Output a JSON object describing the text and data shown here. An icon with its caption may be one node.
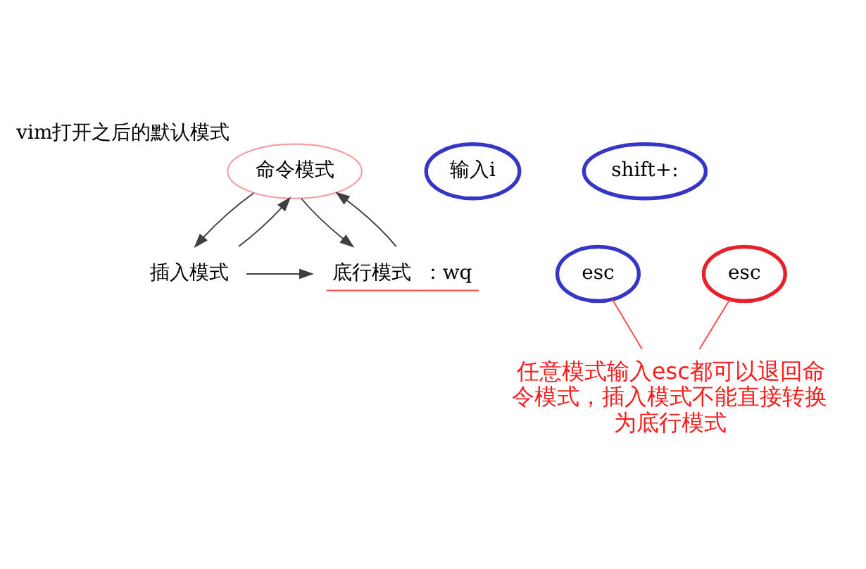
{
  "diagram": {
    "nodes": [
      {
        "text": [
          "命令模式"
        ],
        "beside": [
          "vim打开之后的默认模式"
        ]
      },
      {
        "text": [
          "输入i"
        ]
      },
      {
        "text": [
          "shift+:"
        ]
      },
      {
        "text": [
          "esc"
        ]
      },
      {
        "text": [
          "esc"
        ]
      },
      {
        "text": [
          "插入模式"
        ]
      },
      {
        "text": [
          "底行模式",
          "：wq"
        ]
      },
      {
        "text": [
          "任意模式输入esc都可以退回命令模式，插入模式不能直接转换为底行模式"
        ]
      }
    ],
    "edges": [
      {
        "from": 0,
        "to": 5,
        "arrow": "to"
      },
      {
        "from": 5,
        "to": 0,
        "arrow": "to"
      },
      {
        "from": 0,
        "to": 6,
        "arrow": "to"
      },
      {
        "from": 6,
        "to": 0,
        "arrow": "to"
      },
      {
        "from": 5,
        "to": 6,
        "arrow": "to"
      },
      {
        "from": 7,
        "to": 3,
        "arrow": "none",
        "color": "#ff4d4d"
      },
      {
        "from": 7,
        "to": 4,
        "arrow": "none",
        "color": "#ff4d4d"
      }
    ]
  }
}
